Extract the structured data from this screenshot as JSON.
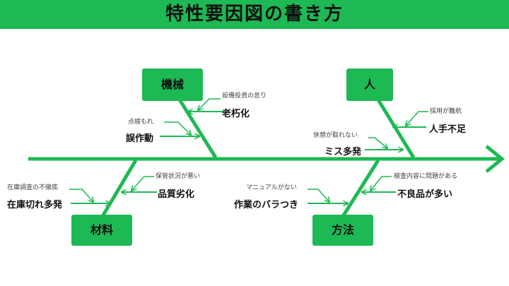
{
  "title": "特性要因図の書き方",
  "accent_color": "#1db954",
  "categories": {
    "machine": "機械",
    "person": "人",
    "material": "材料",
    "method": "方法"
  },
  "causes": {
    "aging": {
      "note": "設備投資の怠り",
      "label": "老朽化"
    },
    "malfunction": {
      "note": "点検もれ",
      "label": "誤作動"
    },
    "hiring": {
      "note": "採用が難航",
      "label": "人手不足"
    },
    "mistakes": {
      "note": "休憩が取れない",
      "label": "ミス多発"
    },
    "degradation": {
      "note": "保管状況が悪い",
      "label": "品質劣化"
    },
    "stockout": {
      "note": "在庫調査の不徹底",
      "label": "在庫切れ多発"
    },
    "variation": {
      "note": "マニュアルがない",
      "label": "作業のバラつき"
    },
    "defects": {
      "note": "検査内容に問題がある",
      "label": "不良品が多い"
    }
  }
}
